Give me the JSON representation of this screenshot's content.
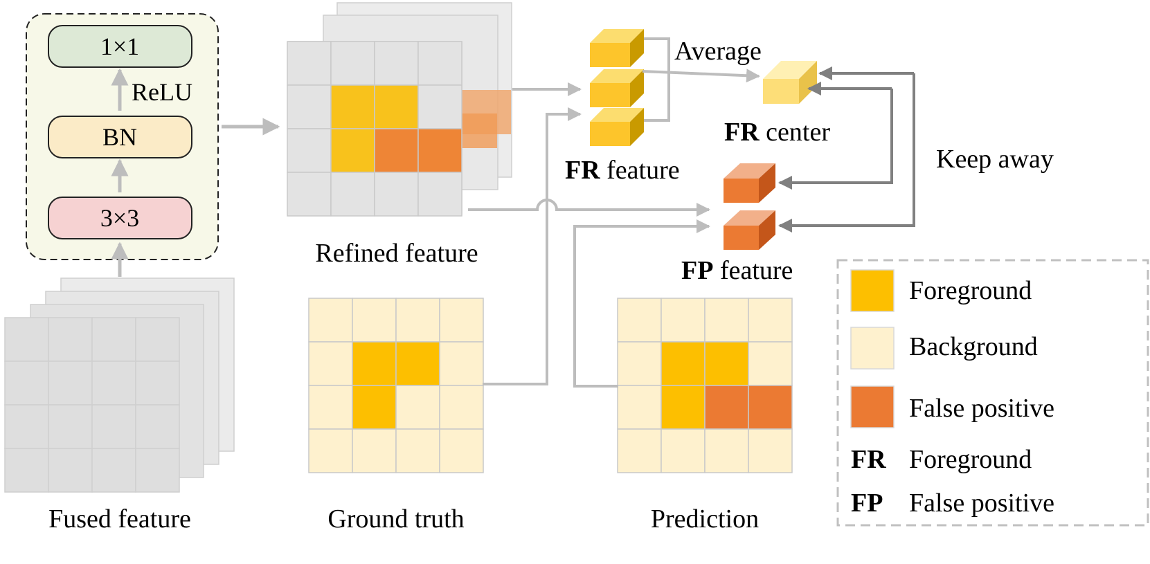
{
  "block": {
    "top_label": "1×1",
    "relu_label": "ReLU",
    "mid_label": "BN",
    "bottom_label": "3×3"
  },
  "captions": {
    "fused": "Fused feature",
    "refined": "Refined feature",
    "ground_truth": "Ground truth",
    "prediction": "Prediction"
  },
  "labels": {
    "average": "Average",
    "fr_bold": "FR",
    "fr_feature_rest": " feature",
    "fr_center_rest": " center",
    "fp_bold": "FP",
    "fp_feature_rest": " feature",
    "keep_away": "Keep away"
  },
  "legend": {
    "items": [
      {
        "label": "Foreground",
        "color": "#FDBF00"
      },
      {
        "label": "Background",
        "color": "#FEF1CE"
      },
      {
        "label": "False positive",
        "color": "#EB7A33"
      }
    ],
    "abbr": [
      {
        "key": "FR",
        "label": "Foreground"
      },
      {
        "key": "FP",
        "label": "False positive"
      }
    ]
  },
  "colors": {
    "foreground": "#FDBF00",
    "background": "#FEF1CE",
    "false_positive": "#EB7A33",
    "grid_line": "#c9c9c9",
    "arrow": "#bdbdbd",
    "dark_arrow": "#808080",
    "block_bg": "#F7F8E8",
    "conv1x1": "#DDE9D6",
    "bn": "#FBEBC7",
    "conv3x3": "#F6D2D2"
  },
  "grids": {
    "ground_truth": [
      [
        "bg",
        "bg",
        "bg",
        "bg"
      ],
      [
        "bg",
        "fg",
        "fg",
        "bg"
      ],
      [
        "bg",
        "fg",
        "bg",
        "bg"
      ],
      [
        "bg",
        "bg",
        "bg",
        "bg"
      ]
    ],
    "prediction": [
      [
        "bg",
        "bg",
        "bg",
        "bg"
      ],
      [
        "bg",
        "fg",
        "fg",
        "bg"
      ],
      [
        "bg",
        "fg",
        "fp",
        "fp"
      ],
      [
        "bg",
        "bg",
        "bg",
        "bg"
      ]
    ]
  }
}
